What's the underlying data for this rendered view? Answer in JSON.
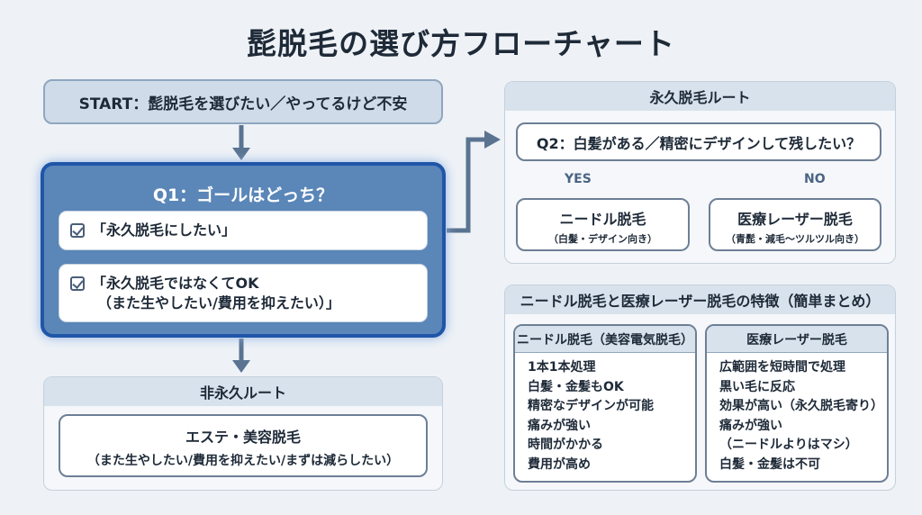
{
  "title": "髭脱毛の選び方フローチャート",
  "start": "START：髭脱毛を選びたい／やってるけど不安",
  "q1": {
    "question": "Q1：ゴールはどっち？",
    "options": [
      "「永久脱毛にしたい」",
      "「永久脱毛ではなくてOK",
      "（また生やしたい/費用を抑えたい）」"
    ]
  },
  "non_permanent": {
    "header": "非永久ルート",
    "result": "エステ・美容脱毛",
    "detail": "（また生やしたい/費用を抑えたい/まずは減らしたい）"
  },
  "permanent": {
    "header": "永久脱毛ルート",
    "q2": "Q2：白髪がある／精密にデザインして残したい？",
    "yes": "YES",
    "no": "NO",
    "yes_result": {
      "title": "ニードル脱毛",
      "detail": "（白髪・デザイン向き）"
    },
    "no_result": {
      "title": "医療レーザー脱毛",
      "detail": "（青髭・減毛〜ツルツル向き）"
    }
  },
  "features": {
    "header": "ニードル脱毛と医療レーザー脱毛の特徴（簡単まとめ）",
    "needle": {
      "title": "ニードル脱毛（美容電気脱毛）",
      "items": [
        "1本1本処理",
        "白髪・金髪もOK",
        "精密なデザインが可能",
        "痛みが強い",
        "時間がかかる",
        "費用が高め"
      ]
    },
    "laser": {
      "title": "医療レーザー脱毛",
      "items": [
        "広範囲を短時間で処理",
        "黒い毛に反応",
        "効果が高い（永久脱毛寄り）",
        "痛みが強い",
        "（ニードルよりはマシ）",
        "白髪・金髪は不可"
      ]
    }
  }
}
